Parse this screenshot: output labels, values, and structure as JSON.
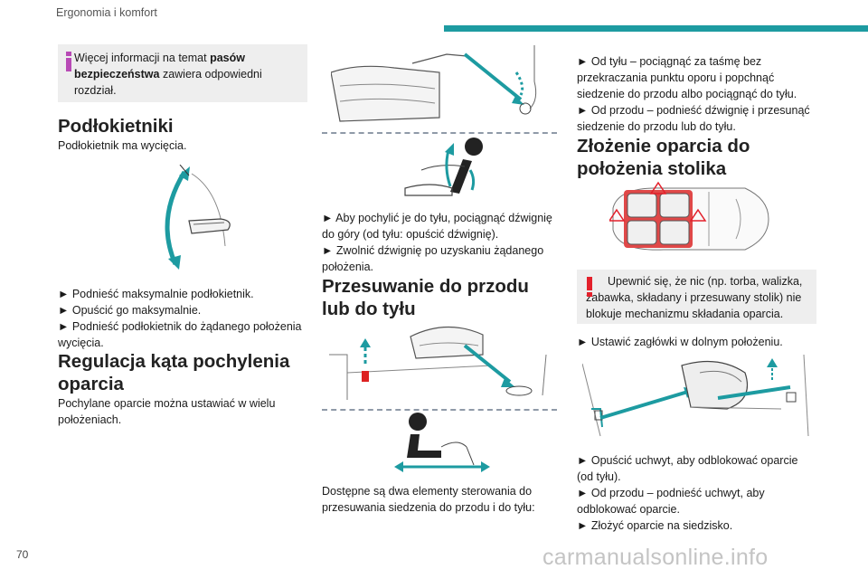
{
  "header": {
    "section_title": "Ergonomia i komfort",
    "accent_color": "#1d9ba1"
  },
  "page_number": "70",
  "watermark": "carmanualsonline.info",
  "col1": {
    "info_box": {
      "icon": "info-icon",
      "text_before": "Więcej informacji na temat ",
      "text_bold": "pasów bezpieczeństwa",
      "text_after": " zawiera odpowiedni rozdział."
    },
    "armrests_heading": "Podłokietniki",
    "armrests_text": "Podłokietnik ma wycięcia.",
    "armrests_steps": [
      "► Podnieść maksymalnie podłokietnik.",
      "► Opuścić go maksymalnie.",
      "► Podnieść podłokietnik do żądanego położenia wycięcia."
    ],
    "recline_heading": "Regulacja kąta pochylenia oparcia",
    "recline_text": "Pochylane oparcie można ustawiać w wielu położeniach."
  },
  "col2": {
    "recline_steps": [
      "► Aby pochylić je do tyłu, pociągnąć dźwignię do góry (od tyłu: opuścić dźwignię).",
      "► Zwolnić dźwignię po uzyskaniu żądanego położenia."
    ],
    "slide_heading": "Przesuwanie do przodu lub do tyłu",
    "slide_text": "Dostępne są dwa elementy sterowania do przesuwania siedzenia do przodu i do tyłu:"
  },
  "col3": {
    "slide_steps": [
      "► Od tyłu – pociągnąć za taśmę bez przekraczania punktu oporu i popchnąć siedzenie do przodu albo pociągnąć do tyłu.",
      "► Od przodu – podnieść dźwignię i przesunąć siedzenie do przodu lub do tyłu."
    ],
    "table_heading": "Złożenie oparcia do położenia stolika",
    "warning_box": {
      "icon": "warning-icon",
      "text": "Upewnić się, że nic (np. torba, walizka, zabawka, składany i przesuwany stolik) nie blokuje mechanizmu składania oparcia."
    },
    "headrest_step": "► Ustawić zagłówki w dolnym położeniu.",
    "fold_steps": [
      "► Opuścić uchwyt, aby odblokować oparcie (od tyłu).",
      "► Od przodu – podnieść uchwyt, aby odblokować oparcie.",
      "► Złożyć oparcie na siedzisko."
    ]
  },
  "colors": {
    "accent": "#1d9ba1",
    "warning": "#e3202b",
    "box_bg": "#eeeeee",
    "info_bar": "#b84ab6"
  }
}
